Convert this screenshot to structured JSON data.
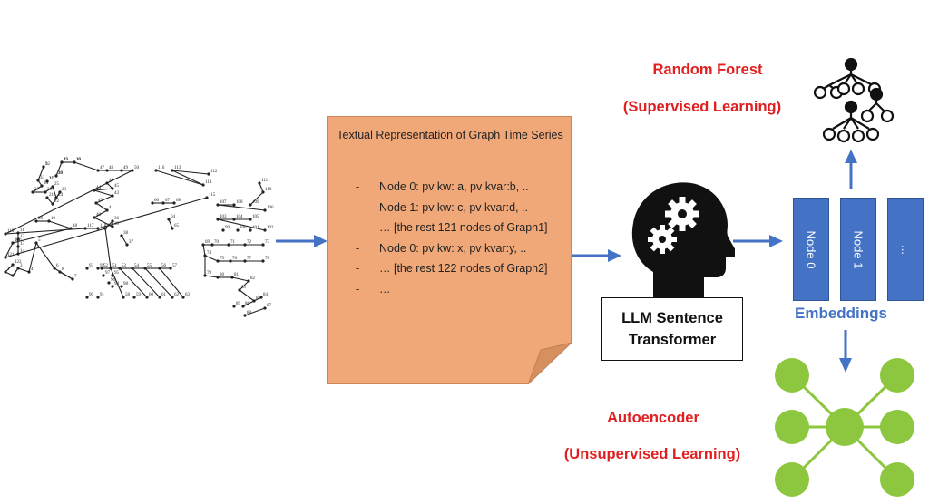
{
  "grid_graph": {
    "node_labels": [
      "32",
      "28",
      "29",
      "30",
      "31",
      "33",
      "34",
      "27",
      "26",
      "25",
      "24",
      "23",
      "22",
      "21",
      "20",
      "19",
      "18",
      "11",
      "12",
      "13",
      "14",
      "35",
      "36",
      "37",
      "38",
      "39",
      "40",
      "41",
      "42",
      "43",
      "44",
      "45",
      "46",
      "47",
      "48",
      "49",
      "50",
      "51",
      "52",
      "53",
      "54",
      "55",
      "56",
      "57",
      "58",
      "59",
      "60",
      "61",
      "62",
      "63",
      "64",
      "65",
      "66",
      "67",
      "68",
      "69",
      "70",
      "71",
      "72",
      "73",
      "74",
      "75",
      "76",
      "77",
      "78",
      "79",
      "80",
      "81",
      "82",
      "83",
      "84",
      "85",
      "86",
      "87",
      "88",
      "89",
      "90",
      "91",
      "92",
      "93",
      "94",
      "95",
      "96",
      "97",
      "98",
      "99",
      "100",
      "101",
      "102",
      "103",
      "104",
      "105",
      "106",
      "107",
      "108",
      "109",
      "110",
      "111",
      "112",
      "113",
      "114",
      "115",
      "116",
      "117",
      "118",
      "119",
      "120",
      "121",
      "122",
      "1",
      "2",
      "3",
      "4",
      "5",
      "6",
      "7",
      "8",
      "9",
      "10",
      "15",
      "16",
      "17"
    ]
  },
  "note": {
    "title": "Textual Representation of Graph Time Series",
    "items": [
      "Node 0: pv kw: a, pv kvar:b, ..",
      "Node 1: pv kw: c, pv kvar:d, ..",
      "… [the rest 121 nodes of Graph1]",
      "Node 0: pv kw: x, pv kvar:y, ..",
      "… [the rest 122 nodes of Graph2]",
      "…"
    ],
    "bullet": "-"
  },
  "llm": {
    "line1": "LLM Sentence",
    "line2": "Transformer"
  },
  "embeddings": {
    "label": "Embeddings",
    "columns": [
      "Node 0",
      "Node 1",
      "..."
    ]
  },
  "random_forest": {
    "line1": "Random Forest",
    "line2": "(Supervised Learning)"
  },
  "autoencoder": {
    "line1": "Autoencoder",
    "line2": "(Unsupervised Learning)"
  },
  "colors": {
    "accent_blue": "#4472c4",
    "label_red": "#e02020",
    "note_orange": "#f0a879",
    "autoencoder_green": "#8dc63f"
  }
}
